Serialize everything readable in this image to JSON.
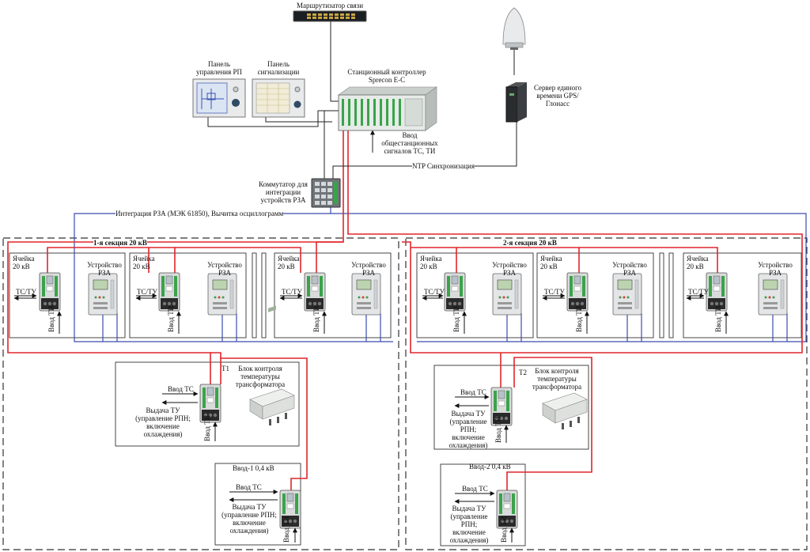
{
  "top": {
    "router_label": "Маршрутизатор связи",
    "antenna_label": "",
    "time_server_label": "Сервер единого времени GPS/Глонасс",
    "controller_label": "Станционный контроллер Sprecon E-C",
    "control_panel_label": "Панель управления РП",
    "signal_panel_label": "Панель сигнализации",
    "general_signals_label": "Ввод общестанционных сигналов ТС, ТИ",
    "ntp_label": "NTP Синхронизация",
    "switch_label": "Коммутатор для интеграции устройств РЗА",
    "rza_bus_label": "Интеграция РЗА (МЭК 61850), Вычитка осциллограмм"
  },
  "sections": [
    {
      "title": "1-я секция 20 кВ",
      "cells": [
        {
          "cell_label": "Ячейка 20 кВ",
          "device_label": "Устройство РЗА",
          "tctu": "ТС/ТУ",
          "ti": "Ввод ТИ"
        },
        {
          "cell_label": "Ячейка 20 кВ",
          "device_label": "Устройство РЗА",
          "tctu": "ТС/ТУ",
          "ti": "Ввод ТИ"
        },
        {
          "cell_label": "Ячейка 20 кВ",
          "device_label": "Устройство РЗА",
          "tctu": "ТС/ТУ",
          "ti": "Ввод ТИ"
        }
      ],
      "transformer": {
        "name": "Т1",
        "temp_label": "Блок контроля температуры трансформатора",
        "tc_in": "Ввод ТС",
        "tu_out": "Выдача ТУ (управление РПН; включение охлаждения)",
        "ti": "Ввод ТИ"
      },
      "lv_input": {
        "title": "Ввод-1 0,4 кВ",
        "tc_in": "Ввод ТС",
        "tu_out": "Выдача ТУ (управление РПН; включение охлаждения)",
        "ti": "Ввод ТИ"
      }
    },
    {
      "title": "2-я секция 20 кВ",
      "cells": [
        {
          "cell_label": "Ячейка 20 кВ",
          "device_label": "Устройство РЗА",
          "tctu": "ТС/ТУ",
          "ti": "Ввод ТИ"
        },
        {
          "cell_label": "Ячейка 20 кВ",
          "device_label": "Устройство РЗА",
          "tctu": "ТС/ТУ",
          "ti": "Ввод ТИ"
        },
        {
          "cell_label": "Ячейка 20 кВ",
          "device_label": "Устройство РЗА",
          "tctu": "ТС/ТУ",
          "ti": "Ввод ТИ"
        }
      ],
      "transformer": {
        "name": "Т2",
        "temp_label": "Блок контроля температуры трансформатора",
        "tc_in": "Ввод ТС",
        "tu_out": "Выдача ТУ (управление РПН; включение охлаждения)",
        "ti": "Ввод ТИ"
      },
      "lv_input": {
        "title": "Ввод-2 0,4 кВ",
        "tc_in": "Ввод ТС",
        "tu_out": "Выдача ТУ (управление РПН; включение охлаждения)",
        "ti": "Ввод ТИ"
      }
    }
  ],
  "colors": {
    "red_line": "#e0262b",
    "blue_line": "#3b4bb0",
    "black_line": "#222222",
    "dash": "#333333",
    "module_green": "#3aa34a"
  }
}
